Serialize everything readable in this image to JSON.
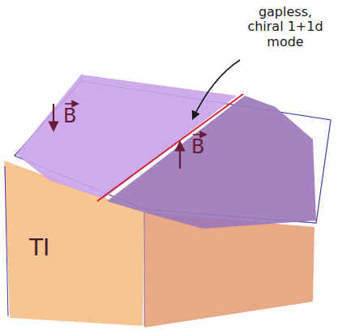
{
  "diagram": {
    "labels": [
      "gapless, chiral 1+1d mode",
      "B",
      "B",
      "TI"
    ]
  }
}
